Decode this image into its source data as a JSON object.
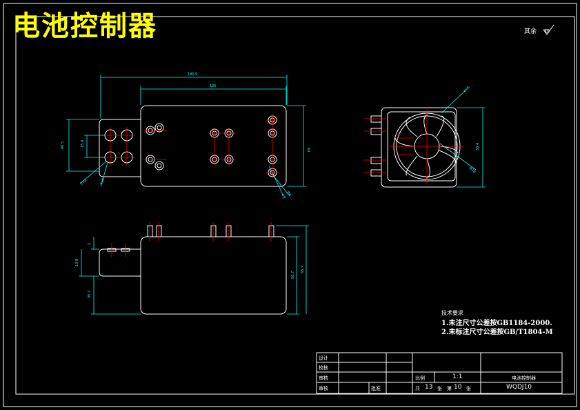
{
  "title": "电池控制器",
  "roughness": "其余",
  "tech_notes": {
    "heading": "技术要求",
    "lines": [
      "1.未注尺寸公差按GB1184-2000.",
      "2.未标注尺寸公差按GB/T1804-M"
    ]
  },
  "title_block": {
    "roles": [
      "设计",
      "校核",
      "审核",
      "审核"
    ],
    "approval": "批准",
    "scale_label": "比例",
    "scale": "1:1",
    "part_name": "电池控制器",
    "sheet_total_label": "共",
    "sheet_total": "13",
    "sheet_unit": "张",
    "sheet_no_label": "第",
    "sheet_no": "10",
    "sheet_no_unit": "张",
    "drawing_no": "WQDJ10"
  },
  "colors": {
    "background": "#000000",
    "lines": "#ffffff",
    "dimensions": "#00ffff",
    "centerlines": "#ff0000",
    "title": "#ffff00"
  }
}
